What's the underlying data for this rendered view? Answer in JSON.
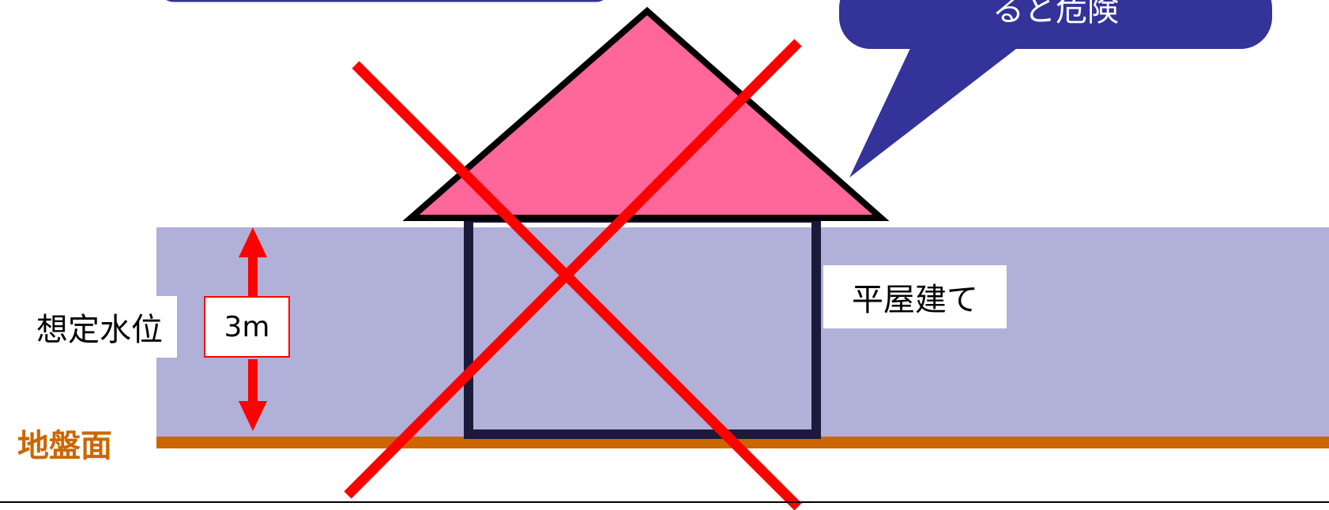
{
  "labels": {
    "water_level": "想定水位",
    "depth": "3m",
    "house_type": "平屋建て",
    "ground": "地盤面",
    "callout_visible": "ると危険"
  },
  "colors": {
    "water": "#b0b0d8",
    "ground": "#cc6600",
    "roof": "#ff6699",
    "callout": "#333399",
    "cross": "#ff0000",
    "arrow": "#ff0000",
    "outline": "#000000"
  }
}
